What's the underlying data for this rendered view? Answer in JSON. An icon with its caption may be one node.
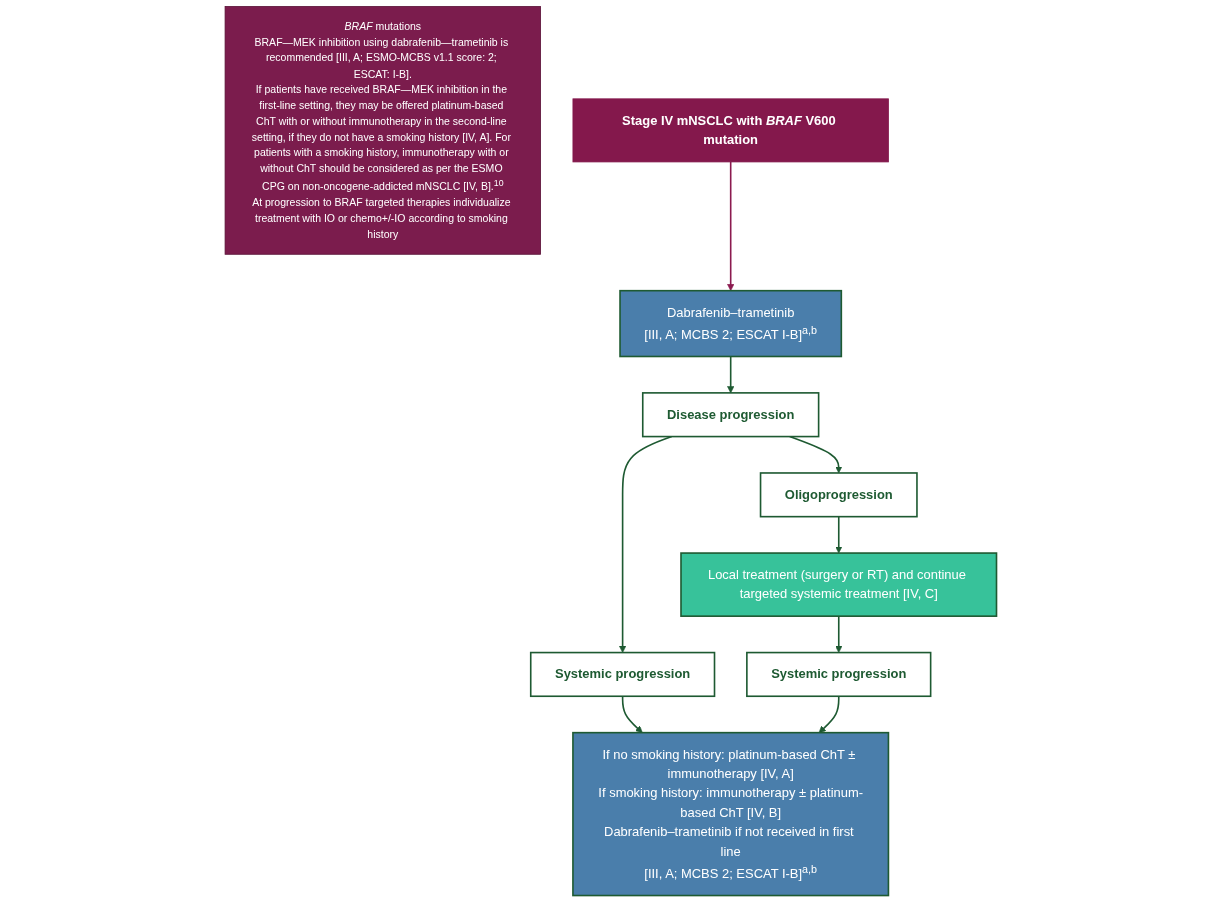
{
  "diagram": {
    "nodes": [
      {
        "text": [
          "*BRAF* mutations",
          "BRAF—MEK inhibition using dabrafenib—trametinib is recommended [III, A; ESMO-MCBS v1.1 score: 2; ESCAT: I-B].",
          "If patients have received BRAF—MEK inhibition in the first-line setting, they may be offered platinum-based ChT with or without immunotherapy in the second-line setting, if they do not have a smoking history [IV, A]. For patients with a smoking history, immunotherapy with or without ChT should be considered as per the ESMO CPG on non-oncogene-addicted mNSCLC [IV, B].$^{10}$",
          "At progression to BRAF targeted therapies individualize treatment with IO or chemo+/-IO according to smoking history"
        ]
      },
      {
        "text": [
          "Stage IV mNSCLC with *BRAF* V600 mutation"
        ]
      },
      {
        "text": [
          "Dabrafenib–trametinib",
          "[III, A; MCBS 2; ESCAT I-B]$^{a,b}$"
        ]
      },
      {
        "text": [
          "Disease progression"
        ]
      },
      {
        "text": [
          "Oligoprogression"
        ]
      },
      {
        "text": [
          "Systemic progression"
        ]
      },
      {
        "text": [
          "Local treatment (surgery or RT) and continue targeted systemic treatment [IV, C]"
        ]
      },
      {
        "text": [
          "Systemic progression"
        ]
      },
      {
        "text": [
          "If no smoking history: platinum-based ChT ± immunotherapy [IV, A]",
          "If smoking history: immunotherapy ± platinum-based ChT [IV, B]",
          "Dabrafenib–trametinib if not received in first line",
          "[III, A; MCBS 2; ESCAT I-B]$^{a,b}$"
        ]
      }
    ],
    "edges": [
      {
        "from": 1,
        "to": 2,
        "arrow": "to",
        "color": "#8b1a4f"
      },
      {
        "from": 2,
        "to": 3,
        "arrow": "to"
      },
      {
        "from": 3,
        "to": 4,
        "arrow": "to"
      },
      {
        "from": 3,
        "to": 5,
        "arrow": "to"
      },
      {
        "from": 4,
        "to": 6,
        "arrow": "to"
      },
      {
        "from": 5,
        "to": 8,
        "arrow": "to"
      },
      {
        "from": 6,
        "to": 7,
        "arrow": "to"
      },
      {
        "from": 7,
        "to": 8,
        "arrow": "to"
      }
    ]
  }
}
